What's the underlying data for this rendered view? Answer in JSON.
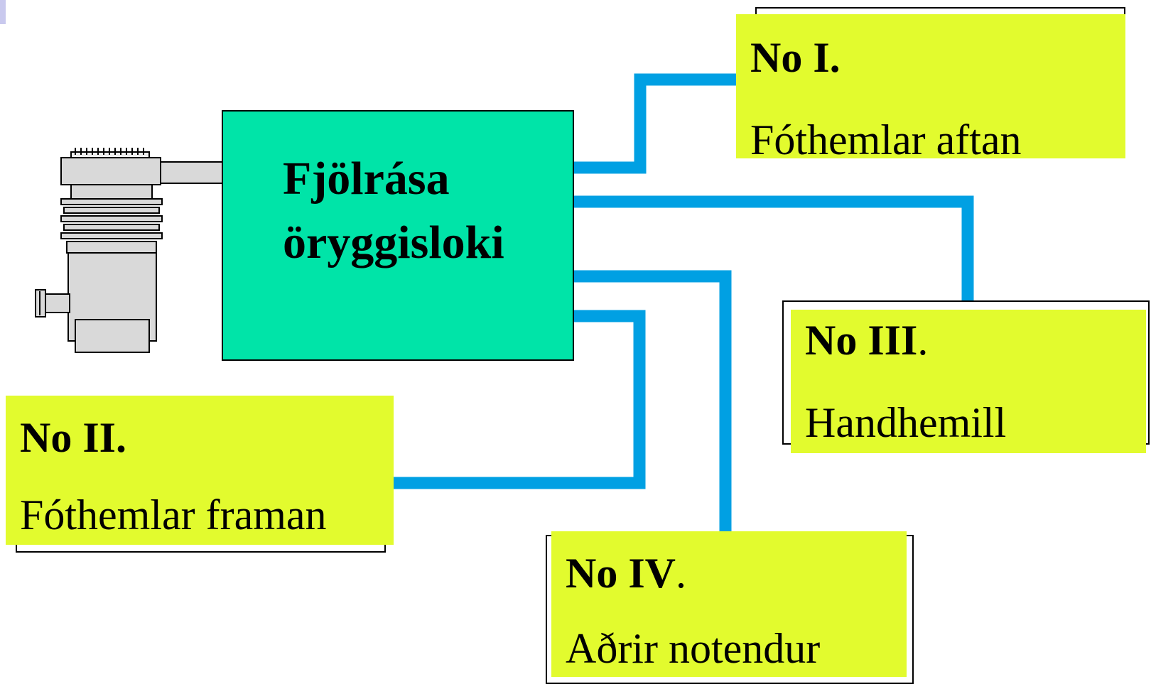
{
  "valve": {
    "line1": "Fjölrása",
    "line2": "öryggisloki"
  },
  "circuits": [
    {
      "id": "I",
      "number": "No I.",
      "punct": "",
      "label": "Fóthemlar aftan"
    },
    {
      "id": "II",
      "number": "No II.",
      "punct": "",
      "label": "Fóthemlar framan"
    },
    {
      "id": "III",
      "number": "No III",
      "punct": ".",
      "label": "Handhemill"
    },
    {
      "id": "IV",
      "number": "No IV",
      "punct": ".",
      "label": "Aðrir notendur"
    }
  ],
  "colors": {
    "pipe": "#00a0e3",
    "valve": "#00e4a8",
    "box": "#e2fb2e",
    "compressor": "#d9d9d9"
  }
}
